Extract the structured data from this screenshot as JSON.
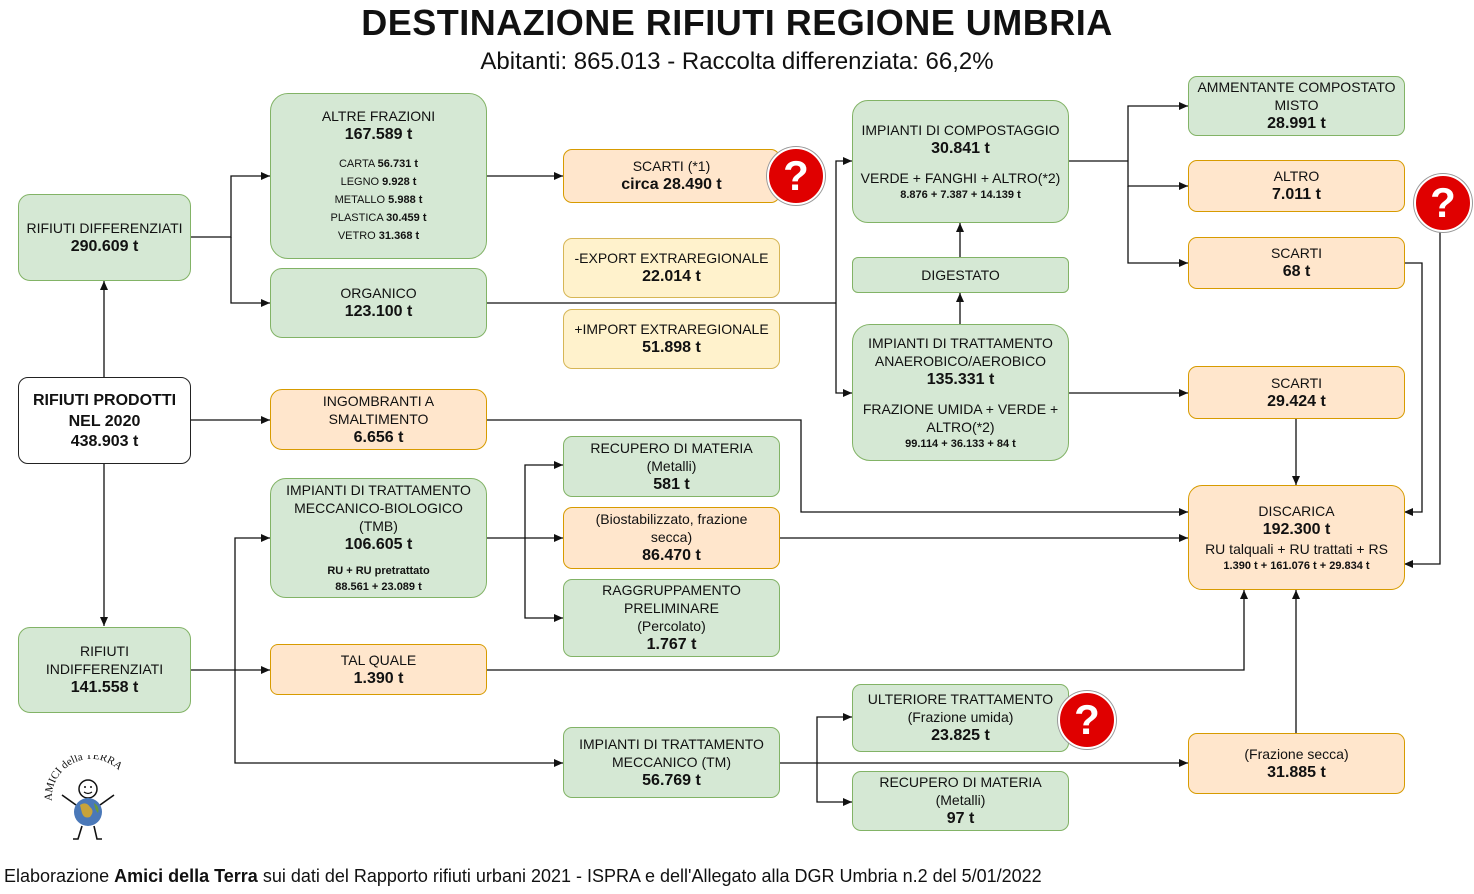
{
  "title": "DESTINAZIONE RIFIUTI REGIONE UMBRIA",
  "subtitle": "Abitanti: 865.013 - Raccolta differenziata: 66,2%",
  "footer": {
    "pre": "Elaborazione ",
    "bold": "Amici della Terra",
    "post": " sui dati del Rapporto rifiuti urbani 2021 - ISPRA e dell'Allegato alla DGR Umbria n.2 del 5/01/2022"
  },
  "logo": {
    "text": "AMICI della TERRA"
  },
  "question_mark": "?",
  "nodes": {
    "rifiuti_prodotti": {
      "line1": "RIFIUTI PRODOTTI",
      "line2": "NEL 2020",
      "value": "438.903 t"
    },
    "rifiuti_differenziati": {
      "label": "RIFIUTI DIFFERENZIATI",
      "value": "290.609 t"
    },
    "rifiuti_indifferenziati": {
      "label": "RIFIUTI INDIFFERENZIATI",
      "value": "141.558 t"
    },
    "altre_frazioni": {
      "label": "ALTRE FRAZIONI",
      "value": "167.589 t",
      "items": [
        {
          "name": "CARTA",
          "value": "56.731 t"
        },
        {
          "name": "LEGNO",
          "value": "9.928 t"
        },
        {
          "name": "METALLO",
          "value": "5.988 t"
        },
        {
          "name": "PLASTICA",
          "value": "30.459 t"
        },
        {
          "name": "VETRO",
          "value": "31.368 t"
        }
      ]
    },
    "organico": {
      "label": "ORGANICO",
      "value": "123.100 t"
    },
    "scarti_1": {
      "label": "SCARTI (*1)",
      "value": "circa 28.490 t"
    },
    "export": {
      "label": "-EXPORT EXTRAREGIONALE",
      "value": "22.014 t"
    },
    "import": {
      "label": "+IMPORT EXTRAREGIONALE",
      "value": "51.898 t"
    },
    "ingombranti": {
      "label": "INGOMBRANTI A SMALTIMENTO",
      "value": "6.656 t"
    },
    "tmb": {
      "line1": "IMPIANTI DI TRATTAMENTO",
      "line2": "MECCANICO-BIOLOGICO (TMB)",
      "value": "106.605 t",
      "detail": "RU + RU pretrattato",
      "detail_values": "88.561 + 23.089 t"
    },
    "tal_quale": {
      "label": "TAL QUALE",
      "value": "1.390 t"
    },
    "recupero_metalli_tmb": {
      "line1": "RECUPERO DI MATERIA",
      "line2": "(Metalli)",
      "value": "581 t"
    },
    "biostabilizzato": {
      "line1": "(Biostabilizzato, frazione",
      "line2": "secca)",
      "value": "86.470 t"
    },
    "raggruppamento": {
      "line1": "RAGGRUPPAMENTO",
      "line2": "PRELIMINARE",
      "line3": "(Percolato)",
      "value": "1.767 t"
    },
    "tm": {
      "line1": "IMPIANTI DI TRATTAMENTO",
      "line2": "MECCANICO (TM)",
      "value": "56.769 t"
    },
    "compostaggio": {
      "label": "IMPIANTI DI COMPOSTAGGIO",
      "value": "30.841 t",
      "detail": "VERDE + FANGHI + ALTRO(*2)",
      "detail_values": "8.876 + 7.387 + 14.139 t"
    },
    "digestato": {
      "label": "DIGESTATO"
    },
    "anaerobico": {
      "line1": "IMPIANTI DI TRATTAMENTO",
      "line2": "ANAEROBICO/AEROBICO",
      "value": "135.331 t",
      "detail1": "FRAZIONE UMIDA + VERDE +",
      "detail2": "ALTRO(*2)",
      "detail_values": "99.114 + 36.133 + 84 t"
    },
    "ammendante": {
      "line1": "AMMENTANTE COMPOSTATO",
      "line2": "MISTO",
      "value": "28.991 t"
    },
    "altro": {
      "label": "ALTRO",
      "value": "7.011 t"
    },
    "scarti_comp": {
      "label": "SCARTI",
      "value": "68 t"
    },
    "scarti_anaer": {
      "label": "SCARTI",
      "value": "29.424 t"
    },
    "discarica": {
      "label": "DISCARICA",
      "value": "192.300 t",
      "detail": "RU talquali + RU trattati + RS",
      "detail_values": "1.390 t + 161.076 t + 29.834 t"
    },
    "ulteriore": {
      "line1": "ULTERIORE TRATTAMENTO",
      "line2": "(Frazione umida)",
      "value": "23.825 t"
    },
    "recupero_metalli_tm": {
      "line1": "RECUPERO DI MATERIA",
      "line2": "(Metalli)",
      "value": "97 t"
    },
    "frazione_secca": {
      "label": "(Frazione secca)",
      "value": "31.885 t"
    }
  }
}
